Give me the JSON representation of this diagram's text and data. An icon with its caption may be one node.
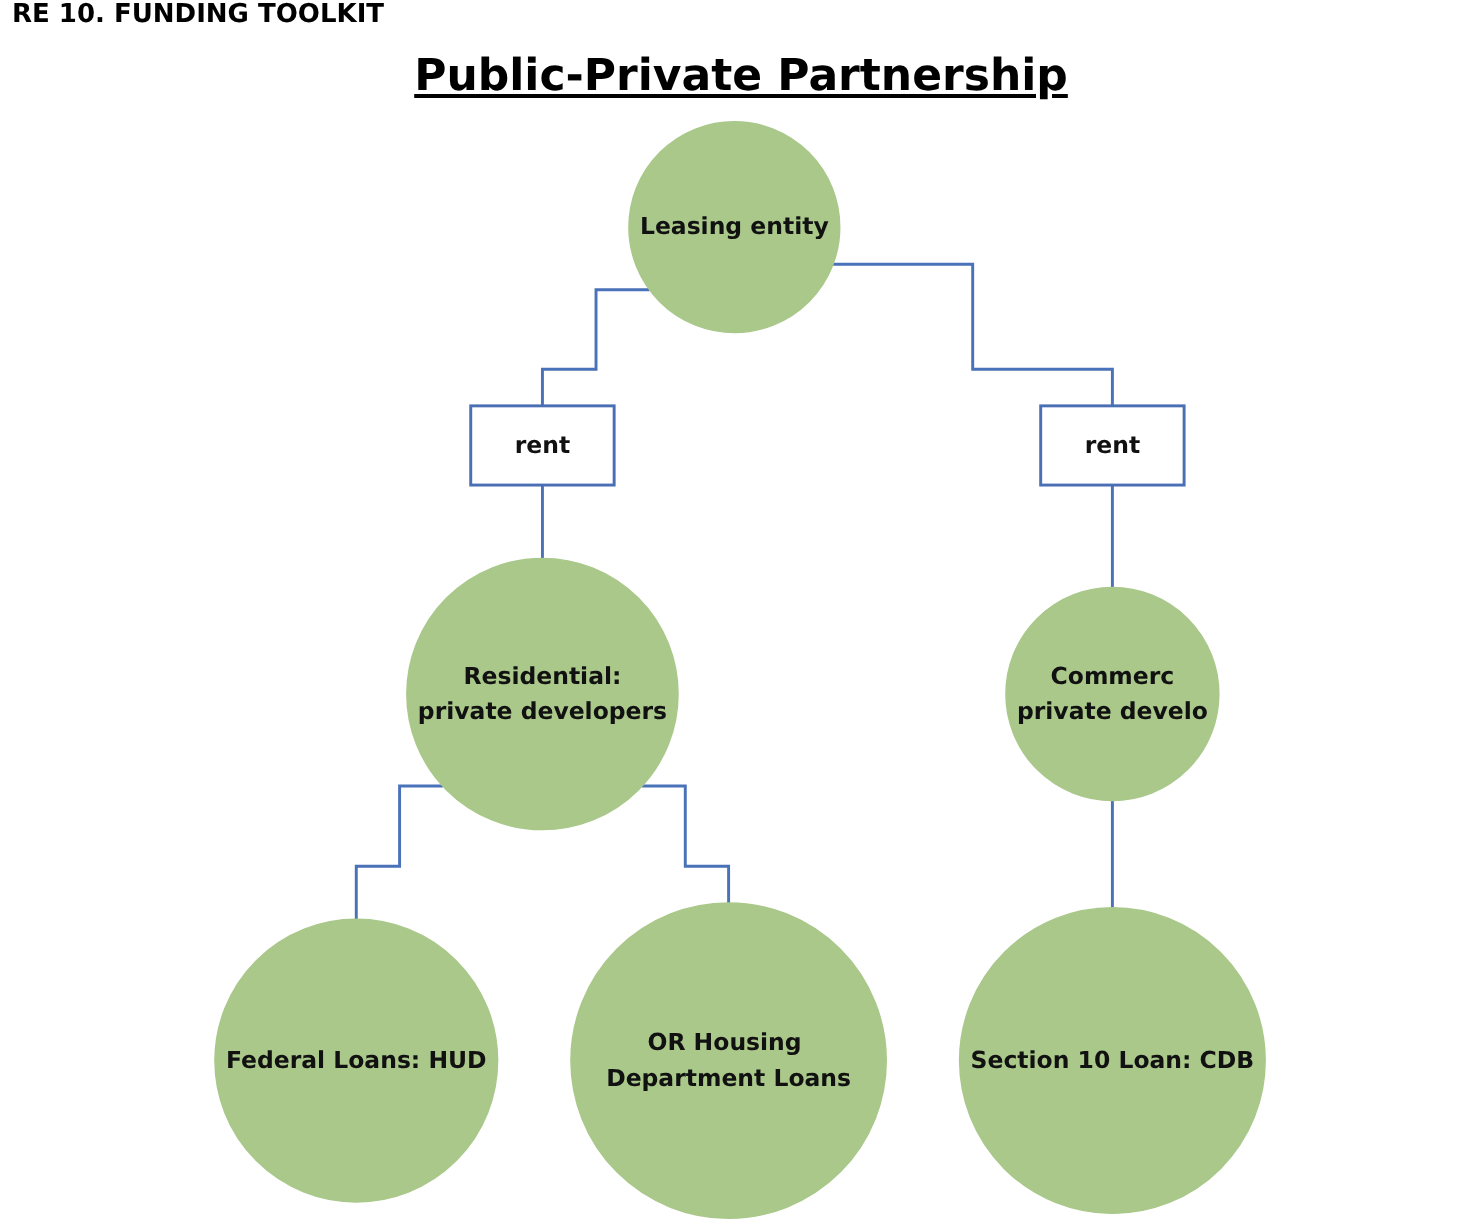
{
  "diagram": {
    "title": "Public-Private Partnership",
    "nodes": [
      {
        "text": [
          "Leasing entity"
        ]
      },
      {
        "text": [
          "rent"
        ]
      },
      {
        "text": [
          "rent"
        ]
      },
      {
        "text": [
          "Residential:",
          "private developers"
        ]
      },
      {
        "text": [
          "Commerc",
          "private develo"
        ]
      },
      {
        "text": [
          "Federal Loans: HUD"
        ]
      },
      {
        "text": [
          "OR Housing Department Loans"
        ]
      },
      {
        "text": [
          "Section 10 Loan: CDB"
        ]
      }
    ],
    "edges": [
      {
        "from": 0,
        "to": 1,
        "arrow": "none"
      },
      {
        "from": 1,
        "to": 3,
        "arrow": "none"
      },
      {
        "from": 0,
        "to": 2,
        "arrow": "none"
      },
      {
        "from": 2,
        "to": 4,
        "arrow": "none"
      },
      {
        "from": 3,
        "to": 5,
        "arrow": "none"
      },
      {
        "from": 3,
        "to": 6,
        "arrow": "none"
      },
      {
        "from": 4,
        "to": 7,
        "arrow": "none"
      }
    ],
    "labels": [
      "RE 10. FUNDING TOOLKIT"
    ]
  }
}
